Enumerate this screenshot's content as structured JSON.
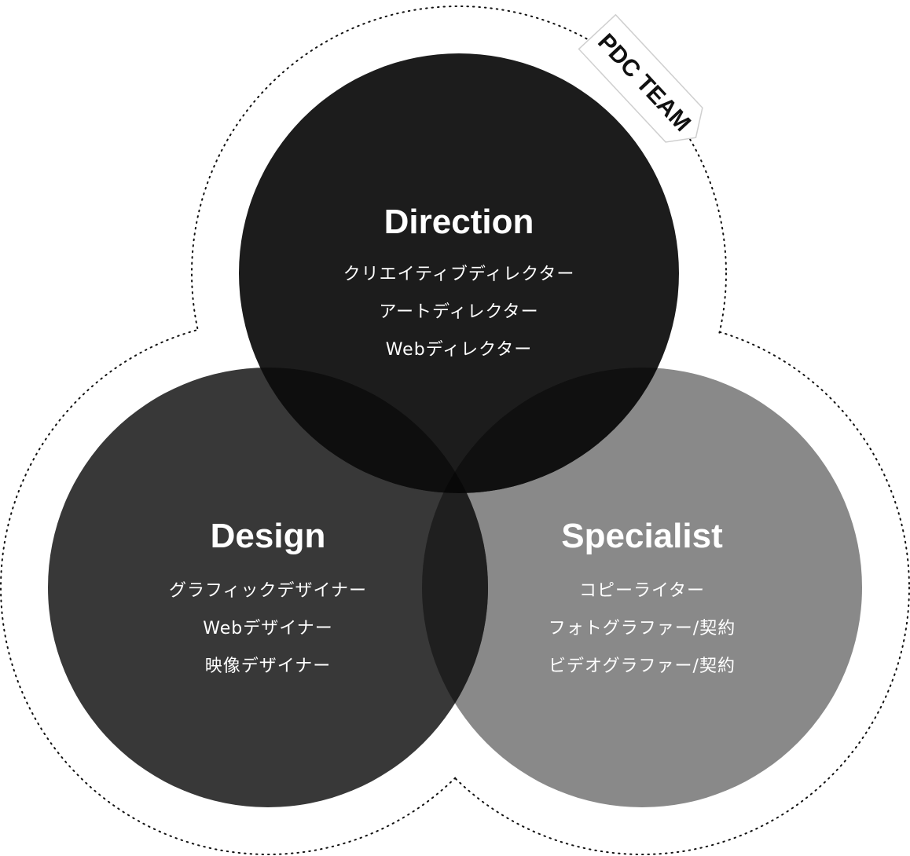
{
  "team_label": "PDC TEAM",
  "colors": {
    "direction": "#1c1c1c",
    "design": "#383838",
    "specialist": "#898989",
    "overlap_direction_design": "#0e0e0e",
    "overlap_direction_specialist": "#101010",
    "overlap_design_specialist": "#1f1f1f",
    "overlap_all": "#080808",
    "outline": "#111111",
    "text": "#ffffff"
  },
  "groups": {
    "direction": {
      "title": "Direction",
      "roles": [
        "クリエイティブディレクター",
        "アートディレクター",
        "Webディレクター"
      ]
    },
    "design": {
      "title": "Design",
      "roles": [
        "グラフィックデザイナー",
        "Webデザイナー",
        "映像デザイナー"
      ]
    },
    "specialist": {
      "title": "Specialist",
      "roles": [
        "コピーライター",
        "フォトグラファー/契約",
        "ビデオグラファー/契約"
      ]
    }
  }
}
